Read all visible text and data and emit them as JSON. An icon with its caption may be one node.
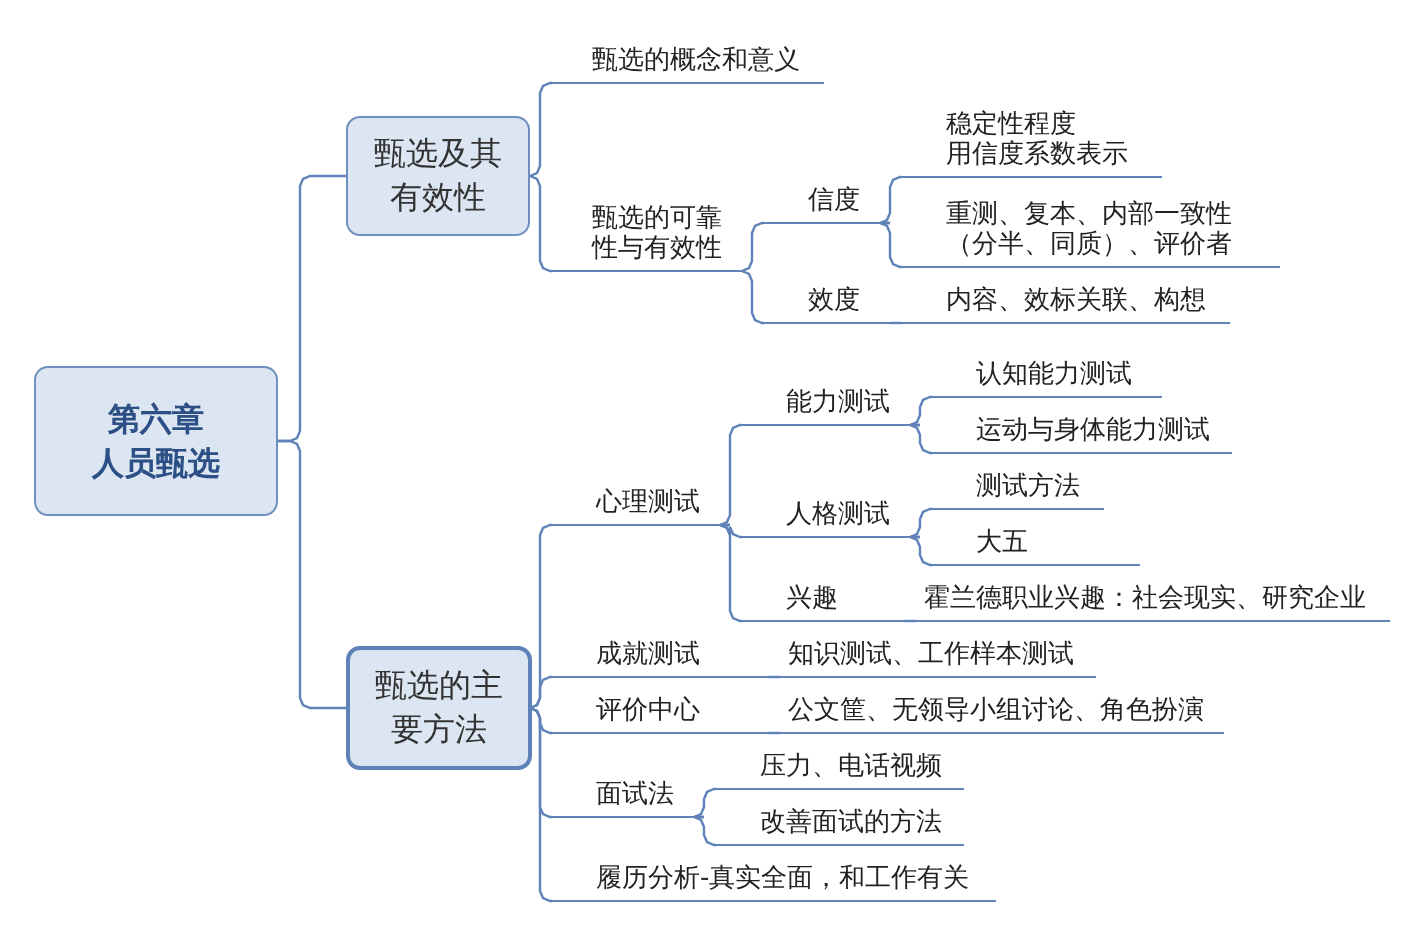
{
  "diagram": {
    "nodes": [
      {
        "text": [
          "第六章",
          "人员甄选"
        ]
      },
      {
        "text": [
          "甄选及其有效性"
        ]
      },
      {
        "text": [
          "甄选的概念和意义"
        ]
      },
      {
        "text": [
          "甄选的可靠性与有效性"
        ]
      },
      {
        "text": [
          "信度"
        ]
      },
      {
        "text": [
          "稳定性程度",
          "用信度系数表示"
        ]
      },
      {
        "text": [
          "重测、复本、内部一致性（分半、同质）、评价者"
        ]
      },
      {
        "text": [
          "效度"
        ]
      },
      {
        "text": [
          "内容、效标关联、构想"
        ]
      },
      {
        "text": [
          "甄选的主要方法"
        ]
      },
      {
        "text": [
          "心理测试"
        ]
      },
      {
        "text": [
          "能力测试"
        ]
      },
      {
        "text": [
          "认知能力测试"
        ]
      },
      {
        "text": [
          "运动与身体能力测试"
        ]
      },
      {
        "text": [
          "人格测试"
        ]
      },
      {
        "text": [
          "测试方法"
        ]
      },
      {
        "text": [
          "大五"
        ]
      },
      {
        "text": [
          "兴趣"
        ]
      },
      {
        "text": [
          "霍兰德职业兴趣：社会现实、研究企业"
        ]
      },
      {
        "text": [
          "成就测试"
        ]
      },
      {
        "text": [
          "知识测试、工作样本测试"
        ]
      },
      {
        "text": [
          "评价中心"
        ]
      },
      {
        "text": [
          "公文筐、无领导小组讨论、角色扮演"
        ]
      },
      {
        "text": [
          "面试法"
        ]
      },
      {
        "text": [
          "压力、电话视频"
        ]
      },
      {
        "text": [
          "改善面试的方法"
        ]
      },
      {
        "text": [
          "履历分析-真实全面，和工作有关"
        ]
      }
    ],
    "edges": [
      {
        "from": 0,
        "to": 1,
        "arrow": "none"
      },
      {
        "from": 0,
        "to": 9,
        "arrow": "none"
      },
      {
        "from": 1,
        "to": 2,
        "arrow": "none"
      },
      {
        "from": 1,
        "to": 3,
        "arrow": "none"
      },
      {
        "from": 3,
        "to": 4,
        "arrow": "none"
      },
      {
        "from": 3,
        "to": 7,
        "arrow": "none"
      },
      {
        "from": 4,
        "to": 5,
        "arrow": "none"
      },
      {
        "from": 4,
        "to": 6,
        "arrow": "none"
      },
      {
        "from": 7,
        "to": 8,
        "arrow": "none"
      },
      {
        "from": 9,
        "to": 10,
        "arrow": "none"
      },
      {
        "from": 9,
        "to": 19,
        "arrow": "none"
      },
      {
        "from": 9,
        "to": 21,
        "arrow": "none"
      },
      {
        "from": 9,
        "to": 23,
        "arrow": "none"
      },
      {
        "from": 9,
        "to": 26,
        "arrow": "none"
      },
      {
        "from": 10,
        "to": 11,
        "arrow": "none"
      },
      {
        "from": 10,
        "to": 14,
        "arrow": "none"
      },
      {
        "from": 10,
        "to": 17,
        "arrow": "none"
      },
      {
        "from": 11,
        "to": 12,
        "arrow": "none"
      },
      {
        "from": 11,
        "to": 13,
        "arrow": "none"
      },
      {
        "from": 14,
        "to": 15,
        "arrow": "none"
      },
      {
        "from": 14,
        "to": 16,
        "arrow": "none"
      },
      {
        "from": 17,
        "to": 18,
        "arrow": "none"
      },
      {
        "from": 19,
        "to": 20,
        "arrow": "none"
      },
      {
        "from": 21,
        "to": 22,
        "arrow": "none"
      },
      {
        "from": 23,
        "to": 24,
        "arrow": "none"
      },
      {
        "from": 23,
        "to": 25,
        "arrow": "none"
      }
    ]
  }
}
